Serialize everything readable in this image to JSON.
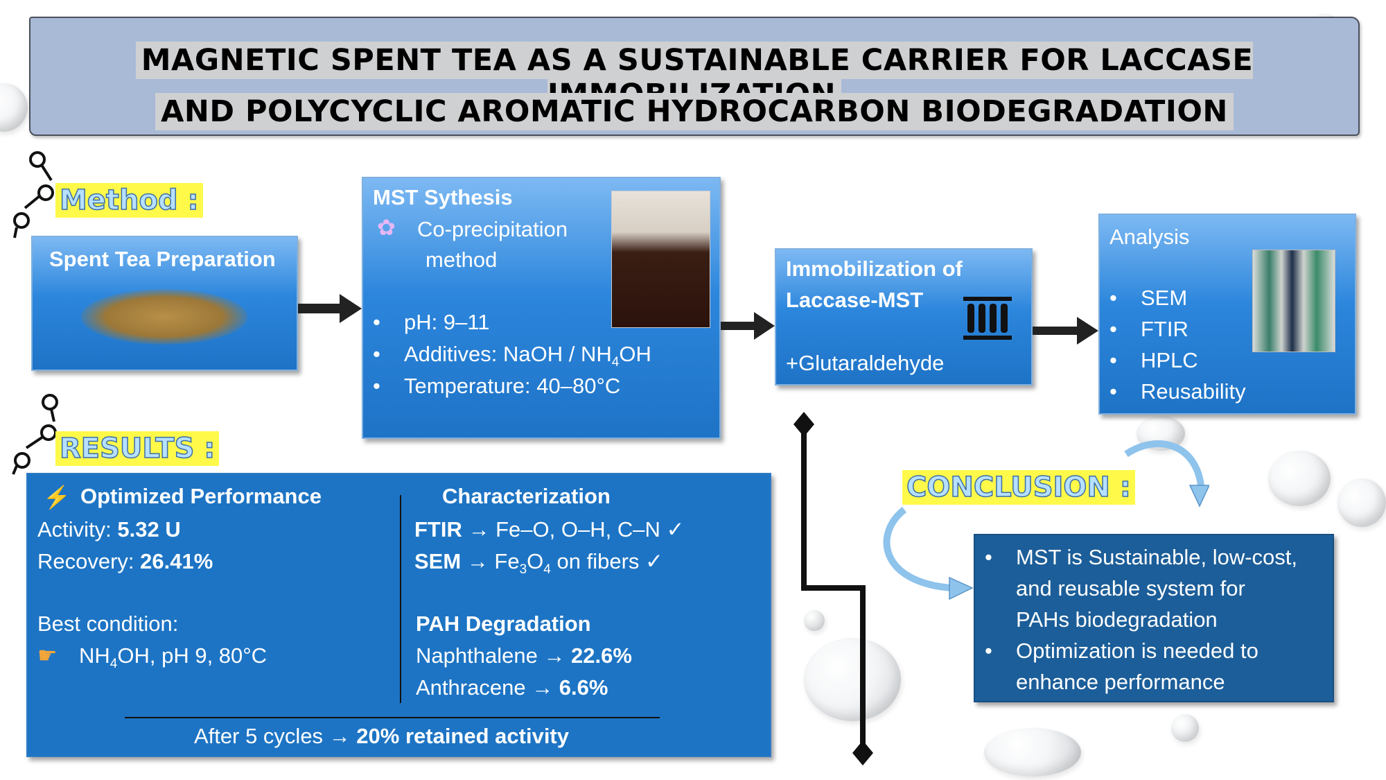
{
  "title": {
    "line1": "MAGNETIC SPENT TEA AS A SUSTAINABLE CARRIER FOR LACCASE IMMOBILIZATION",
    "line2": "AND POLYCYCLIC AROMATIC HYDROCARBON BIODEGRADATION"
  },
  "method": {
    "label": "Method :",
    "spent_tea": {
      "title": "Spent Tea Preparation"
    },
    "mst": {
      "title": "MST Sythesis",
      "subtitle_line1": "Co-precipitation",
      "subtitle_line2": "method",
      "bullets": [
        {
          "text": "pH: 9–11"
        },
        {
          "pre": "Additives: NaOH / NH",
          "sub": "4",
          "post": "OH"
        },
        {
          "text": "Temperature: 40–80°C"
        }
      ]
    },
    "immobilization": {
      "title_line1": "Immobilization of",
      "title_line2": "Laccase-MST",
      "note": "+Glutaraldehyde"
    },
    "analysis": {
      "title": "Analysis",
      "items": [
        "SEM",
        "FTIR",
        "HPLC",
        "Reusability"
      ]
    }
  },
  "results": {
    "label": "RESULTS :",
    "optimized": {
      "title": "Optimized Performance",
      "activity_label": "Activity: ",
      "activity_value": "5.32 U",
      "recovery_label": "Recovery: ",
      "recovery_value": "26.41%",
      "best_label": "Best condition:",
      "best_pre": "NH",
      "best_sub": "4",
      "best_post": "OH, pH 9, 80°C"
    },
    "characterization": {
      "title": "Characterization",
      "ftir_label": "FTIR",
      "ftir_text": " → Fe–O, O–H, C–N ✓",
      "sem_label": "SEM",
      "sem_pre": " → Fe",
      "sem_sub1": "3",
      "sem_mid": "O",
      "sem_sub2": "4",
      "sem_post": " on fibers ✓"
    },
    "pah": {
      "title": "PAH Degradation",
      "naph_label": "Naphthalene → ",
      "naph_value": "22.6%",
      "anth_label": "Anthracene → ",
      "anth_value": "6.6%"
    },
    "footer_label": "After 5 cycles → ",
    "footer_value": "20% retained activity"
  },
  "conclusion": {
    "label": "CONCLUSION :",
    "bullet1": [
      "MST is Sustainable, low-cost,",
      "and reusable system for",
      "PAHs biodegradation"
    ],
    "bullet2": [
      "Optimization is needed to",
      "enhance performance"
    ]
  },
  "colors": {
    "banner": "#a9bad7",
    "highlight": "#fff94a",
    "box_blue": "#1d74c4",
    "conclusion_blue": "#1c5e99"
  }
}
